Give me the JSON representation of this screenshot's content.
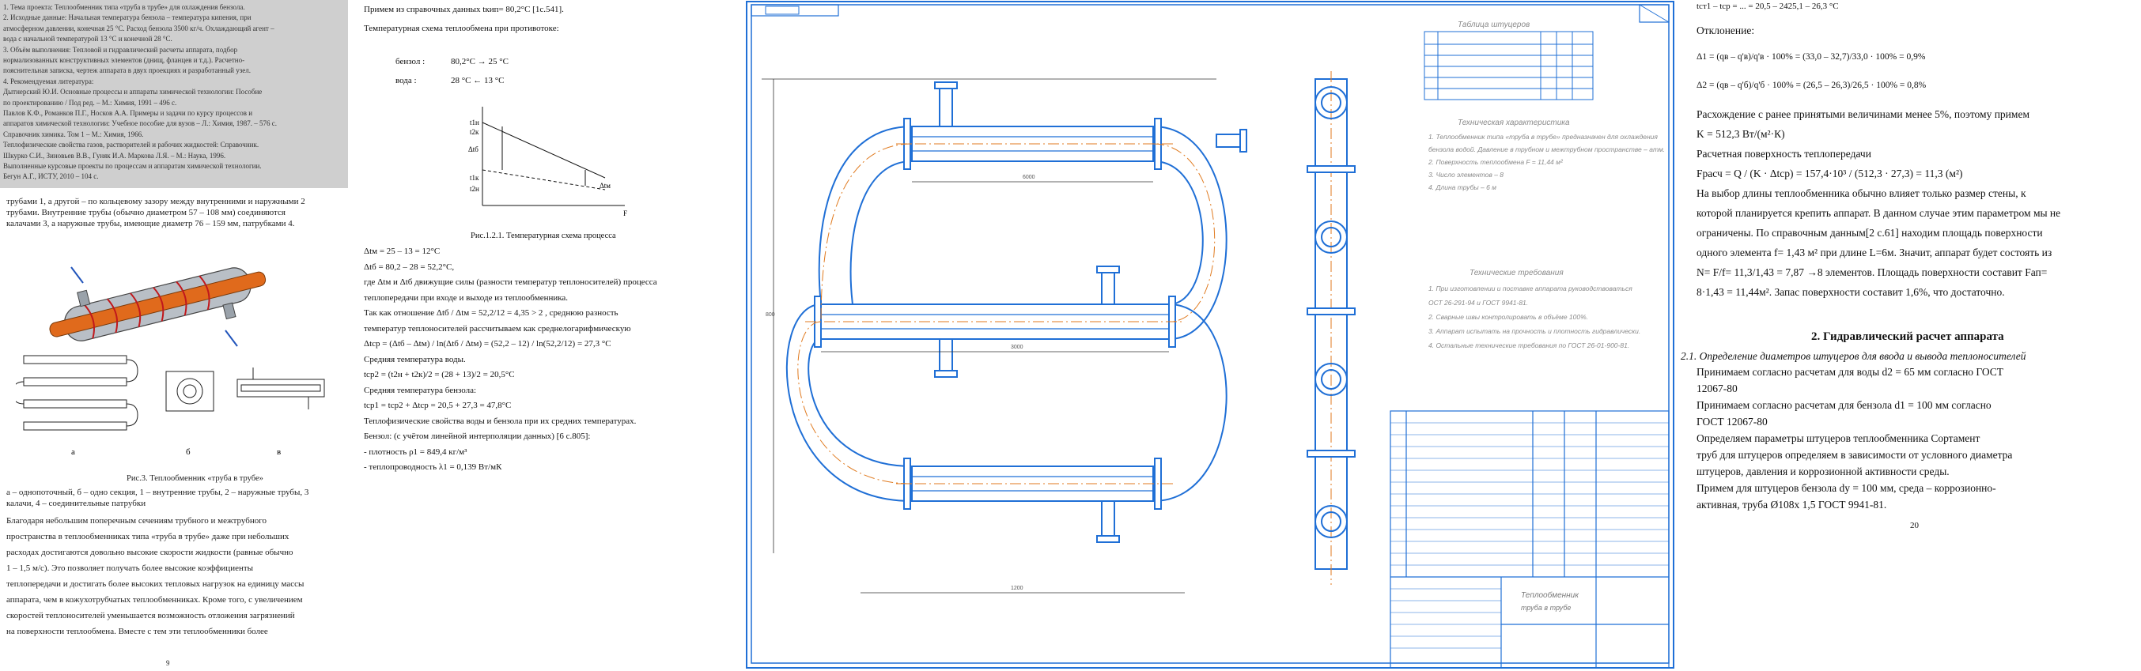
{
  "panel1": {
    "scan_lines": [
      "1. Тема проекта:  Теплообменник типа «труба в трубе» для охлаждения бензола.",
      "2. Исходные данные: Начальная температура бензола – температура кипения, при",
      "атмосферном давлении, конечная 25 °С. Расход бензола 3500 кг/ч. Охлаждающий агент –",
      "вода с начальной температурой 13 °С и конечной 28 °С.",
      "3. Объём выполнения: Тепловой и гидравлический расчеты аппарата, подбор",
      "нормализованных конструктивных элементов (днищ, фланцев и т.д.). Расчетно-",
      "пояснительная записка, чертеж аппарата в двух проекциях и разработанный узел.",
      "4. Рекомендуемая литература:",
      "Дытнерский Ю.И. Основные процессы и аппараты химической технологии: Пособие",
      "по проектированию / Под ред. – М.: Химия, 1991 – 496 с.",
      "Павлов К.Ф., Романков П.Г., Носков А.А. Примеры и задачи по курсу процессов и",
      "аппаратов химической технологии: Учебное пособие для вузов – Л.: Химия, 1987. – 576 с.",
      "Справочник химика. Том 1 – М.: Химия, 1966.",
      "Теплофизические свойства газов, растворителей и рабочих жидкостей: Справочник.",
      "Шкурко С.И., Зиновьев В.В., Гуняк И.А. Маркова Л.Я. – М.: Наука, 1996.",
      "Выполненные курсовые проекты по процессам и аппаратам химической технологии.",
      "Бегун А.Г., ИСТУ, 2010 – 104 с."
    ],
    "intro_lines": [
      "трубами 1, а другой – по кольцевому зазору между внутренними и наружными 2",
      "трубами. Внутренние трубы (обычно диаметром 57 – 108 мм) соединяются",
      "калачами 3, а наружные трубы, имеющие диаметр 76 – 159 мм, патрубками 4."
    ],
    "figure_caption": "Рис.3. Теплообменник «труба в трубе»",
    "figure_labels": [
      "а",
      "б",
      "в"
    ],
    "legend_lines": [
      "а – однопоточный, б – одно секция, 1 – внутренние трубы, 2 – наружные трубы, 3",
      "калачи, 4 – соединительные патрубки"
    ],
    "body_lines": [
      "Благодаря небольшим поперечным сечениям трубного и межтрубного",
      "пространства в теплообменниках типа «труба в трубе» даже при небольших",
      "расходах достигаются довольно высокие скорости жидкости (равные обычно",
      "1 – 1,5 м/с). Это позволяет получать более высокие коэффициенты",
      "теплопередачи и достигать более высоких тепловых нагрузок на единицу массы",
      "аппарата, чем в кожухотрубчатых теплообменниках. Кроме того, с увеличением",
      "скоростей теплоносителей уменьшается возможность отложения загрязнений",
      "на поверхности теплообмена. Вместе с тем эти теплообменники более"
    ],
    "page_number": "9"
  },
  "panel2": {
    "line_reference": "Примем из справочных данных tкип= 80,2°С [1c.541].",
    "line_scheme": "Температурная  схема  теплообмена  при противотоке:",
    "benzene_label": "бензол :",
    "benzene_values": "80,2°С  →  25 °С",
    "water_label": "вода   :",
    "water_values": "28 °С  ←  13 °С",
    "diagram_labels": {
      "t1n": "t1н",
      "t2k": "t2к",
      "dtb": "Δtб",
      "t1k": "t1к",
      "dtm": "Δtм",
      "t2n": "t2н",
      "F": "F"
    },
    "fig_caption": "Рис.1.2.1. Температурная схема процесса",
    "lines": [
      "Δtм = 25 – 13 = 12°С",
      "Δtб = 80,2 – 28 = 52,2°С,",
      "где  Δtм и  Δtб движущие силы (разности температур теплоносителей) процесса",
      "теплопередачи при входе и выходе из теплообменника.",
      "Так  как отношение  Δtб / Δtм = 52,2/12 = 4,35 > 2 ,  среднюю  разность",
      "температур  теплоносителей рассчитываем  как среднелогарифмическую",
      "Δtср = (Δtб – Δtм) / ln(Δtб / Δtм) = (52,2 – 12) / ln(52,2/12) = 27,3 °С",
      "Средняя  температура воды.",
      "tср2 = (t2н + t2к)/2 = (28 + 13)/2 = 20,5°С",
      "Средняя  температура  бензола:",
      "tср1 = tср2 + Δtср = 20,5 + 27,3 = 47,8°С",
      "Теплофизические свойства воды и бензола при их средних температурах.",
      "Бензол: (с учётом линейной интерполяции данных) [6 с.805]:",
      "- плотность  ρ1 = 849,4 кг/м³",
      "- теплопроводность  λ1 = 0,139 Вт/мК"
    ]
  },
  "panel3": {
    "table_title": "Таблица штуцеров",
    "tech_title": "Техническая характеристика",
    "tech_lines": [
      "1. Теплообменник типа «труба в трубе» предназначен для охлаждения",
      "бензола водой. Давление в трубном и межтрубном пространстве – атм.",
      "2. Поверхность теплообмена F = 11,44 м²",
      "3. Число элементов – 8",
      "4. Длина трубы – 6 м"
    ],
    "req_title": "Технические требования",
    "req_lines": [
      "1. При изготовлении и поставке аппарата руководствоваться",
      "ОСТ 26-291-94 и ГОСТ 9941-81.",
      "2. Сварные швы контролировать в объёме 100%.",
      "3. Аппарат испытать на прочность и плотность гидравлически.",
      "4. Остальные технические требования по ГОСТ 26-01-900-81."
    ],
    "stamp_title": "Теплообменник",
    "stamp_subtitle": "труба в трубе",
    "dim_labels": [
      "6000",
      "3000",
      "1200",
      "800"
    ]
  },
  "panel4": {
    "line_top": "tст1 – tср = ... = 20,5 – 2425,1 – 26,3 °С",
    "deviation_label": "Отклонение:",
    "delta1": "Δ1 = (qв – q'в)/q'в · 100% = (33,0 – 32,7)/33,0 · 100% = 0,9%",
    "delta2": "Δ2 = (qв – q'б)/q'б · 100% = (26,5 – 26,3)/26,5 · 100% = 0,8%",
    "lines": [
      "Расхождение с ранее принятыми величинами менее 5%, поэтому примем",
      "K = 512,3 Вт/(м²·К)",
      "Расчетная поверхность теплопередачи",
      "Fрасч = Q / (K · Δtср) = 157,4·10³ / (512,3 · 27,3) = 11,3  (м²)",
      "      На выбор длины теплообменника обычно влияет только размер стены, к",
      "которой планируется крепить аппарат. В данном случае этим параметром мы не",
      "ограничены. По справочным данным[2 с.61] находим площадь поверхности",
      "одного элемента f= 1,43 м² при длине L=6м. Значит, аппарат будет состоять из",
      "N= F/f= 11,3/1,43 = 7,87 →8 элементов. Площадь поверхности составит Fап=",
      "8·1,43 = 11,44м². Запас поверхности составит 1,6%, что достаточно."
    ],
    "section_title": "2. Гидравлический расчет аппарата",
    "subsection_title": "2.1.  Определение диаметров штуцеров для ввода и вывода теплоносителей",
    "lines2": [
      "            Принимаем согласно расчетам для воды  d2 = 65 мм согласно ГОСТ",
      "12067-80",
      "            Принимаем согласно расчетам для бензола   d1 = 100 мм согласно",
      "ГОСТ 12067-80",
      "            Определяем  параметры  штуцеров  теплообменника  Сортамент",
      "труб  для  штуцеров  определяем  в  зависимости  от  условного  диаметра",
      "штуцеров, давления  и  коррозионной активности  среды.",
      "            Примем  для  штуцеров  бензола  dy = 100 мм, среда – коррозионно-",
      "активная, труба Ø108х 1,5 ГОСТ 9941-81."
    ],
    "page_number": "20"
  },
  "colors": {
    "pipe": "#1f6fd6",
    "axis": "#e07a1f",
    "text_grey": "#8a8a8a",
    "scan_bg": "#cfcfcf"
  }
}
